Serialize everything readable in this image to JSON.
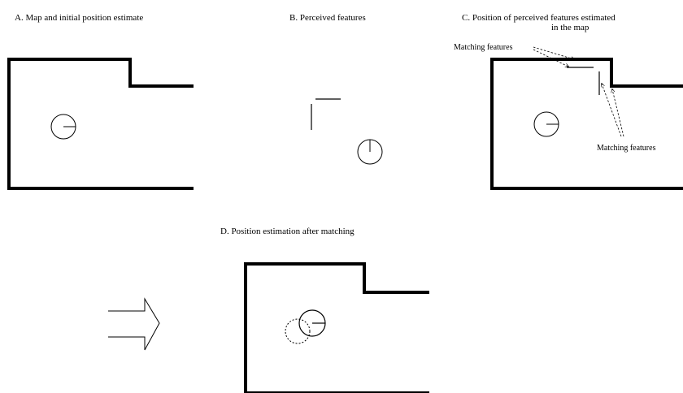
{
  "panels": {
    "a": {
      "title": "A.   Map and initial position estimate"
    },
    "b": {
      "title": "B.   Perceived features"
    },
    "c": {
      "title_line1": "C.   Position of perceived features estimated",
      "title_line2": "in the map"
    },
    "d": {
      "title": "D.   Position estimation after matching"
    }
  },
  "annotations": {
    "matching_top": "Matching features",
    "matching_right": "Matching features"
  }
}
